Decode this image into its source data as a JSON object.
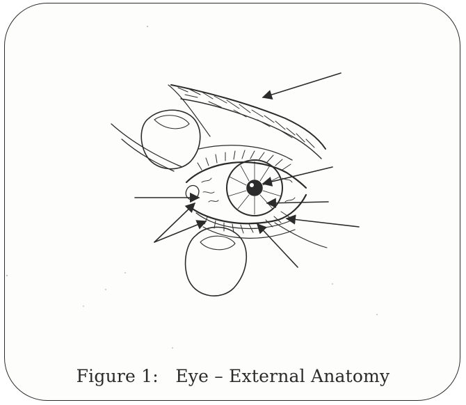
{
  "figure": {
    "caption": "Figure 1:   Eye – External Anatomy"
  },
  "illustration": {
    "subject": "eye-external-anatomy",
    "pointer_arrow_count": 8,
    "line_color": "#2b2b2b"
  }
}
